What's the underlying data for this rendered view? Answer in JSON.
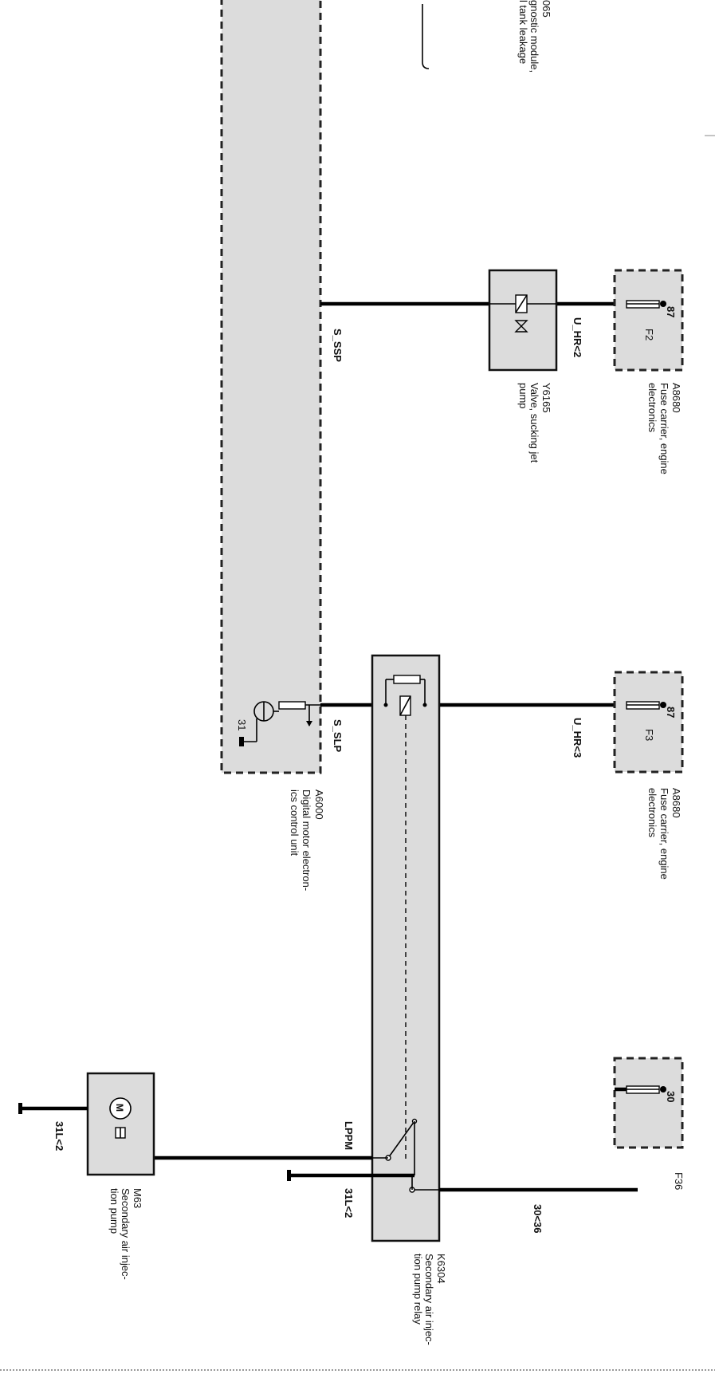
{
  "components": {
    "a6000": {
      "id": "A6000",
      "desc_line1": "Digital motor electron-",
      "desc_line2": "ics control unit",
      "pin_31": "31"
    },
    "a6000_partial": {
      "id": "065",
      "desc_line1": "gnostic module,",
      "desc_line2": "l tank leakage"
    },
    "y6165": {
      "id": "Y6165",
      "desc_line1": "Valve, sucking jet",
      "desc_line2": "pump"
    },
    "fuse_f2": {
      "carrier_id": "A8680",
      "carrier_desc_line1": "Fuse carrier, engine",
      "carrier_desc_line2": "electronics",
      "fuse": "F2",
      "pin": "87"
    },
    "fuse_f3": {
      "carrier_id": "A8680",
      "carrier_desc_line1": "Fuse carrier, engine",
      "carrier_desc_line2": "electronics",
      "fuse": "F3",
      "pin": "87"
    },
    "fuse_f36": {
      "fuse": "F36",
      "pin": "30"
    },
    "k6304": {
      "id": "K6304",
      "desc_line1": "Secondary air injec-",
      "desc_line2": "tion pump relay"
    },
    "m63": {
      "id": "M63",
      "desc_line1": "Secondary air injec-",
      "desc_line2": "tion pump"
    }
  },
  "wires": {
    "s_ssp": "S_SSP",
    "s_slp": "S_SLP",
    "u_hr2": "U_HR<2",
    "u_hr3": "U_HR<3",
    "lppm": "LPPM",
    "w30_36": "30<36",
    "gnd_relay": "31L<2",
    "gnd_pump": "31L<2"
  }
}
